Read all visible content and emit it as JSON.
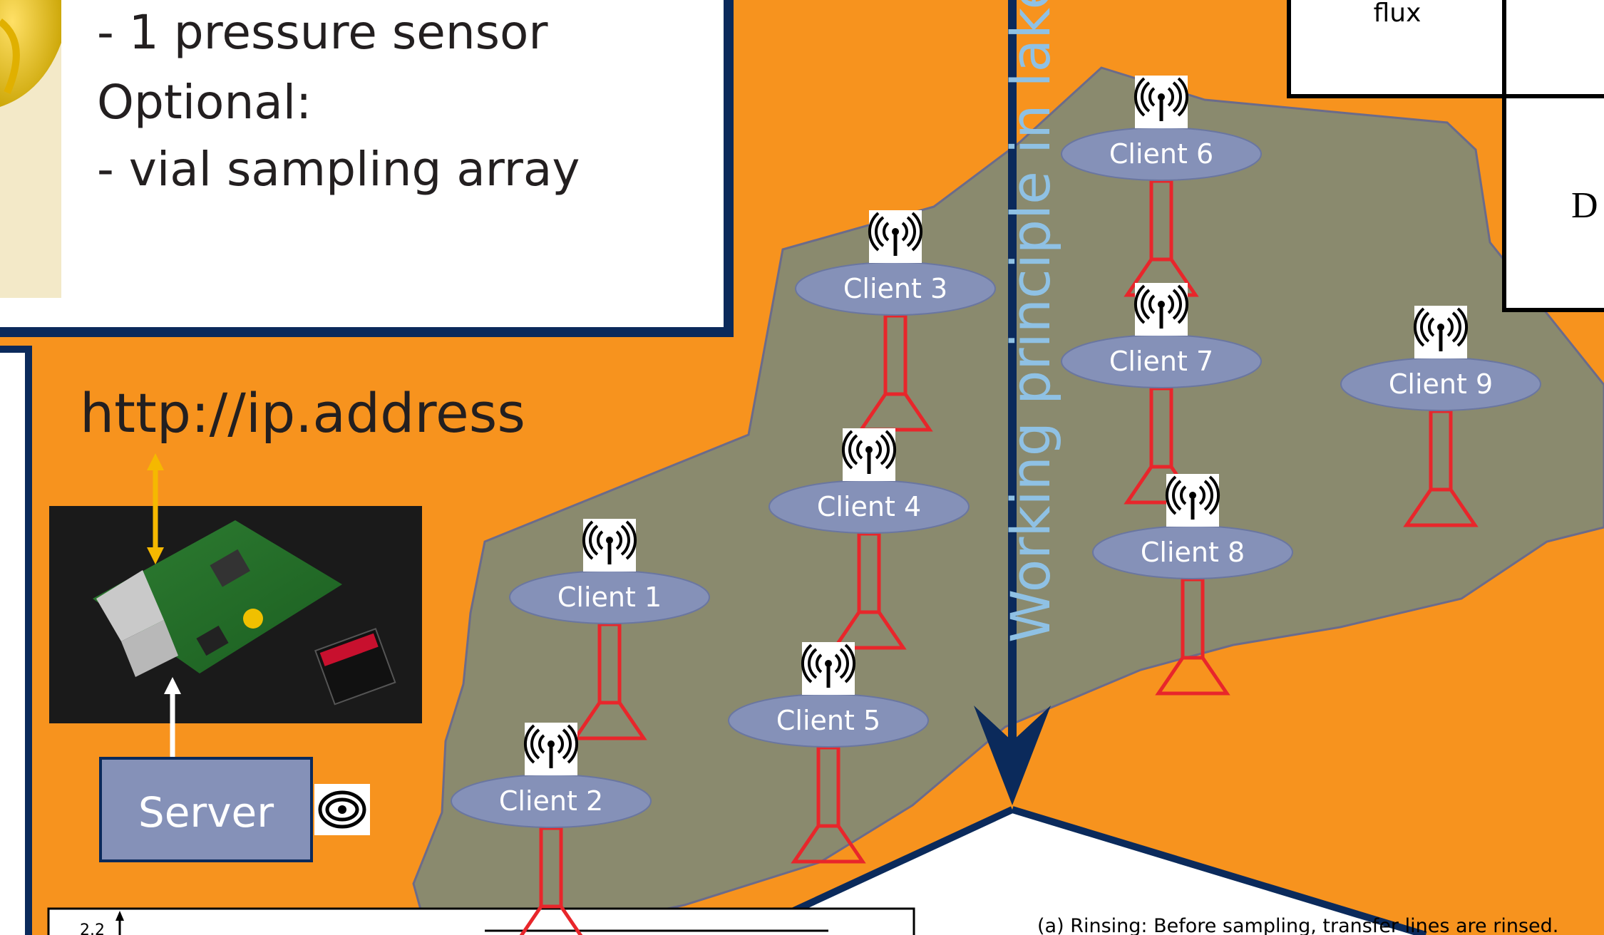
{
  "top_panel": {
    "bullet_sensor": "- 1 pressure sensor",
    "optional_label": "Optional:",
    "bullet_vial": "- vial sampling array"
  },
  "server_panel": {
    "url": "http://ip.address",
    "server_label": "Server"
  },
  "lake": {
    "title": "Working principle in lakes",
    "clients": [
      {
        "label": "Client 1"
      },
      {
        "label": "Client 2"
      },
      {
        "label": "Client 3"
      },
      {
        "label": "Client 4"
      },
      {
        "label": "Client 5"
      },
      {
        "label": "Client 6"
      },
      {
        "label": "Client 7"
      },
      {
        "label": "Client 8"
      },
      {
        "label": "Client 9"
      }
    ]
  },
  "table_fragment": {
    "cell_flux": "flux",
    "cell_d": "D"
  },
  "caption": {
    "rinsing": "(a) Rinsing: Before sampling, transfer lines are rinsed.",
    "axis_tick": "2.2"
  },
  "colors": {
    "background": "#f7931e",
    "lake_fill": "#8a8a6e",
    "client_fill": "#8591b8",
    "chamber_stroke": "#e8262b",
    "navy": "#0b2a5b",
    "title_blue": "#8fc1e4",
    "url_arrow": "#f5b800"
  },
  "icons": {
    "antenna": "broadcast-antenna-icon",
    "wireless": "wireless-signal-icon"
  }
}
